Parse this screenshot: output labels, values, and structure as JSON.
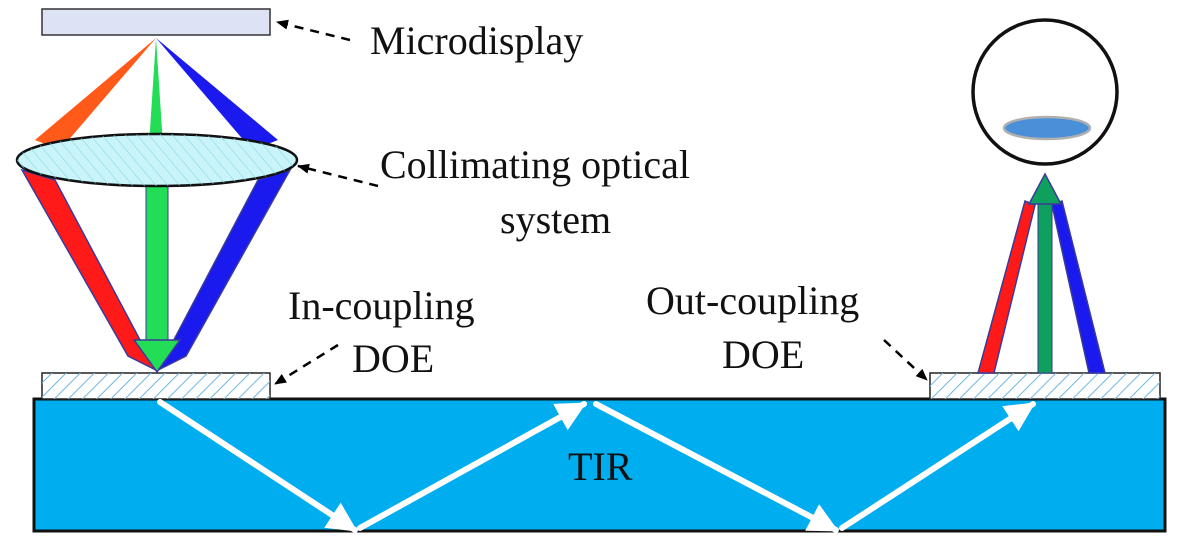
{
  "labels": {
    "microdisplay": "Microdisplay",
    "collimating_line1": "Collimating optical",
    "collimating_line2": "system",
    "incoupling_line1": "In-coupling",
    "incoupling_line2": "DOE",
    "outcoupling_line1": "Out-coupling",
    "outcoupling_line2": "DOE",
    "tir": "TIR"
  },
  "colors": {
    "waveguide": "#00AEEF",
    "red_beam": "#FF1A1A",
    "red_beam_top": "#FF5A1A",
    "green_beam": "#22DD55",
    "green_beam_out": "#0FA060",
    "blue_beam": "#1A1AEE",
    "microdisplay": "#DDE2F5",
    "lens_fill": "#C8F4FA",
    "pupil": "#4A90D9",
    "tir_ray": "#FFFFFF",
    "pointer": "#000000"
  },
  "icons": {
    "eye": "eye-circle-icon",
    "lens": "lens-ellipse-icon"
  }
}
